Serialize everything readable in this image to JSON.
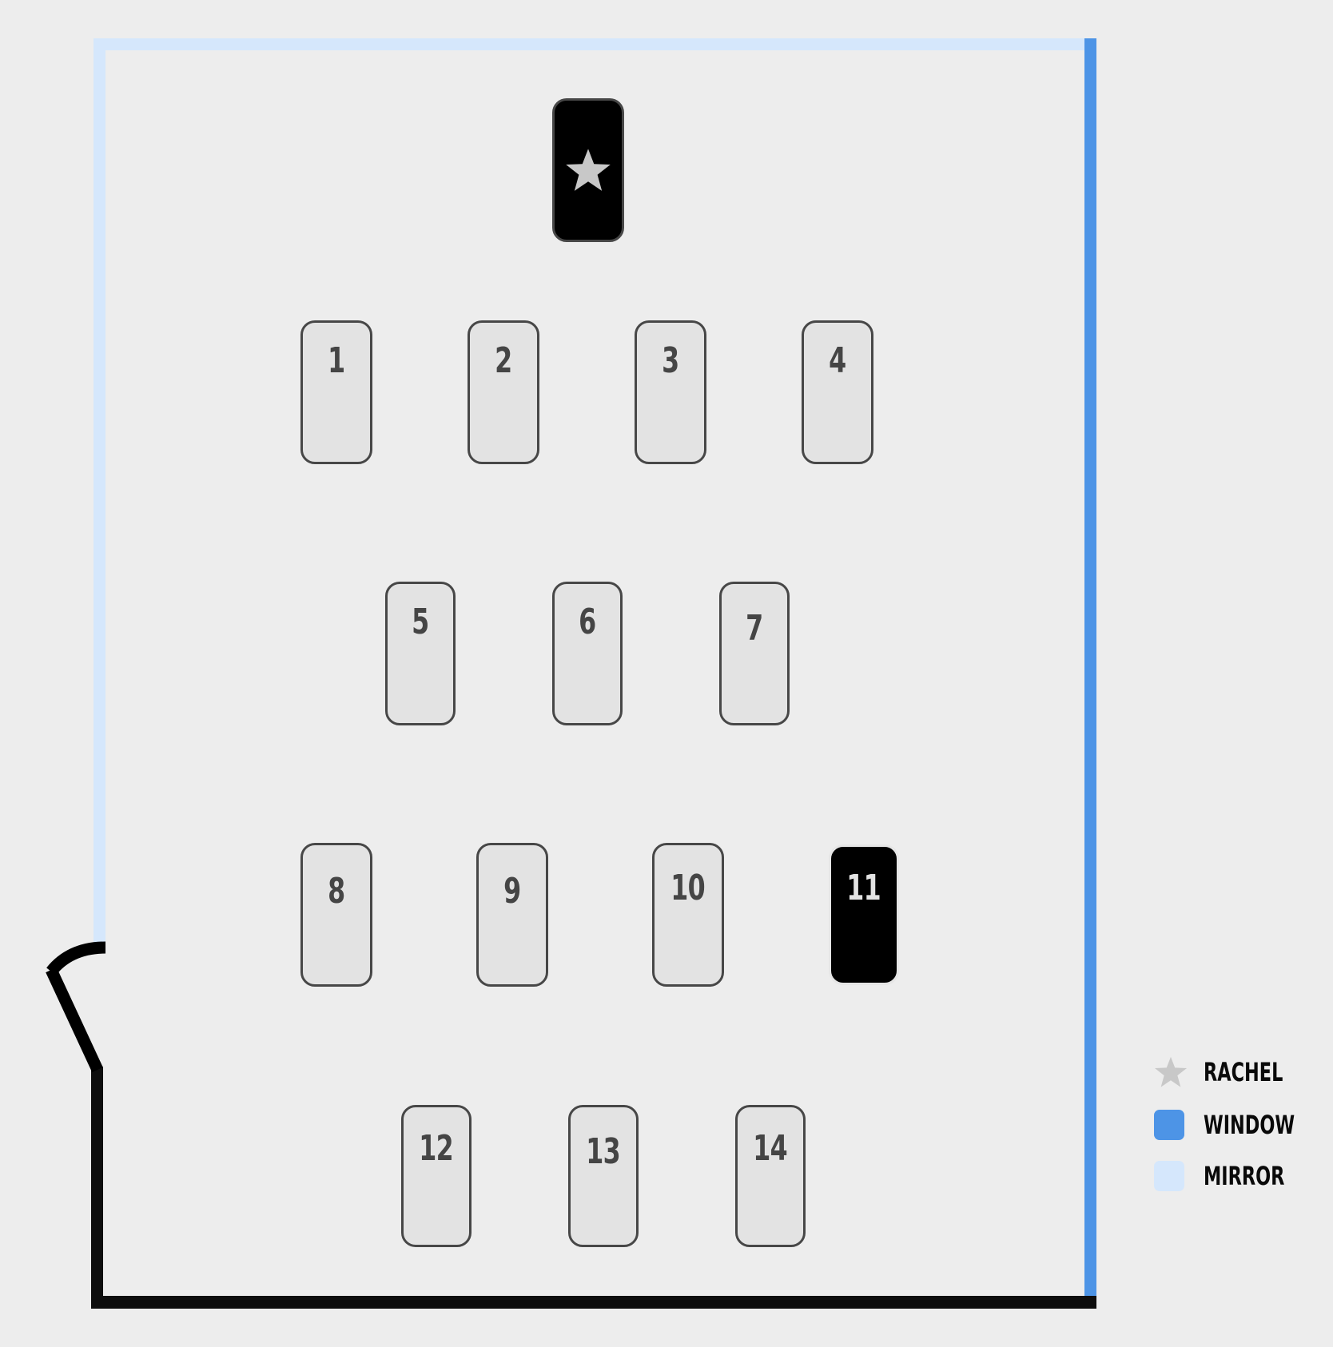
{
  "room": {
    "colors": {
      "background": "#ededed",
      "mirror": "#d5e7fc",
      "window": "#4d94e6",
      "wall": "#0e0e0e",
      "station_fill": "#e3e3e3",
      "station_border": "#474747",
      "highlight_fill": "#000000",
      "star": "#c8c8c8"
    },
    "instructor_station": {
      "icon": "star-icon"
    },
    "stations": [
      {
        "label": "1"
      },
      {
        "label": "2"
      },
      {
        "label": "3"
      },
      {
        "label": "4"
      },
      {
        "label": "5"
      },
      {
        "label": "6"
      },
      {
        "label": "7"
      },
      {
        "label": "8"
      },
      {
        "label": "9"
      },
      {
        "label": "10"
      },
      {
        "label": "11",
        "highlighted": true
      },
      {
        "label": "12"
      },
      {
        "label": "13"
      },
      {
        "label": "14"
      }
    ]
  },
  "legend": {
    "items": [
      {
        "icon": "star-icon",
        "label": "RACHEL"
      },
      {
        "icon": "window-swatch",
        "label": "WINDOW"
      },
      {
        "icon": "mirror-swatch",
        "label": "MIRROR"
      }
    ]
  }
}
